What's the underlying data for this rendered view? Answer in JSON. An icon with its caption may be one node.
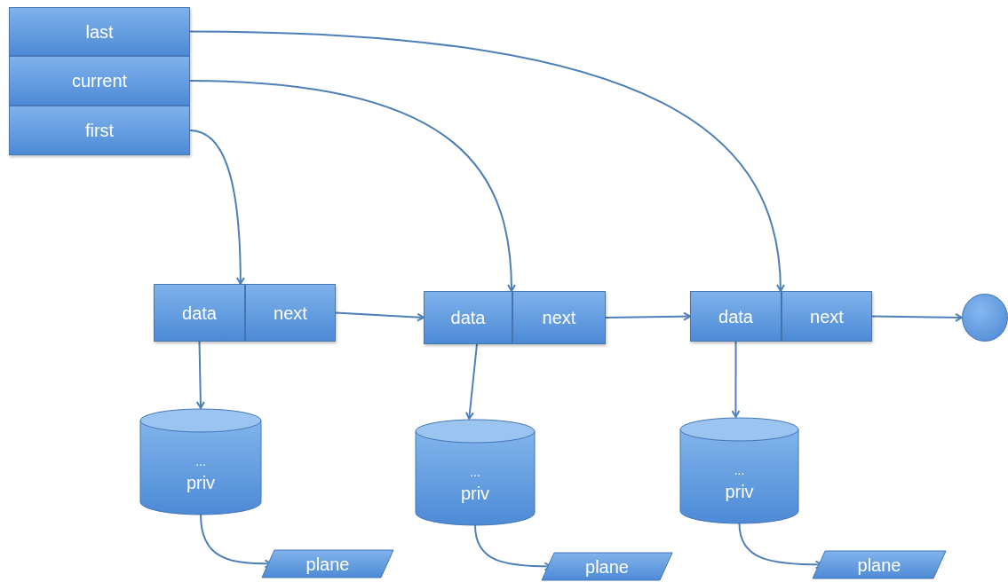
{
  "diagram": {
    "nodes": [
      {
        "text": [
          "last"
        ]
      },
      {
        "text": [
          "current"
        ]
      },
      {
        "text": [
          "first"
        ]
      },
      {
        "text": [
          "data"
        ]
      },
      {
        "text": [
          "next"
        ]
      },
      {
        "text": [
          "data"
        ]
      },
      {
        "text": [
          "next"
        ]
      },
      {
        "text": [
          "data"
        ]
      },
      {
        "text": [
          "next"
        ]
      },
      {
        "text": [],
        "shape": "circle"
      },
      {
        "text": [
          "...",
          "priv"
        ]
      },
      {
        "text": [
          "...",
          "priv"
        ]
      },
      {
        "text": [
          "...",
          "priv"
        ]
      },
      {
        "text": [
          "plane"
        ]
      },
      {
        "text": [
          "plane"
        ]
      },
      {
        "text": [
          "plane"
        ]
      }
    ],
    "edges": [
      {
        "from": 2,
        "to": 3,
        "arrow": "to"
      },
      {
        "from": 1,
        "to": 5,
        "arrow": "to"
      },
      {
        "from": 0,
        "to": 7,
        "arrow": "to"
      },
      {
        "from": 4,
        "to": 5,
        "arrow": "to"
      },
      {
        "from": 6,
        "to": 7,
        "arrow": "to"
      },
      {
        "from": 8,
        "to": 9,
        "arrow": "to"
      },
      {
        "from": 3,
        "to": 10,
        "arrow": "to"
      },
      {
        "from": 5,
        "to": 11,
        "arrow": "to"
      },
      {
        "from": 7,
        "to": 12,
        "arrow": "to"
      },
      {
        "from": 10,
        "to": 13,
        "arrow": "to"
      },
      {
        "from": 11,
        "to": 14,
        "arrow": "to"
      },
      {
        "from": 12,
        "to": 15,
        "arrow": "to"
      }
    ]
  }
}
